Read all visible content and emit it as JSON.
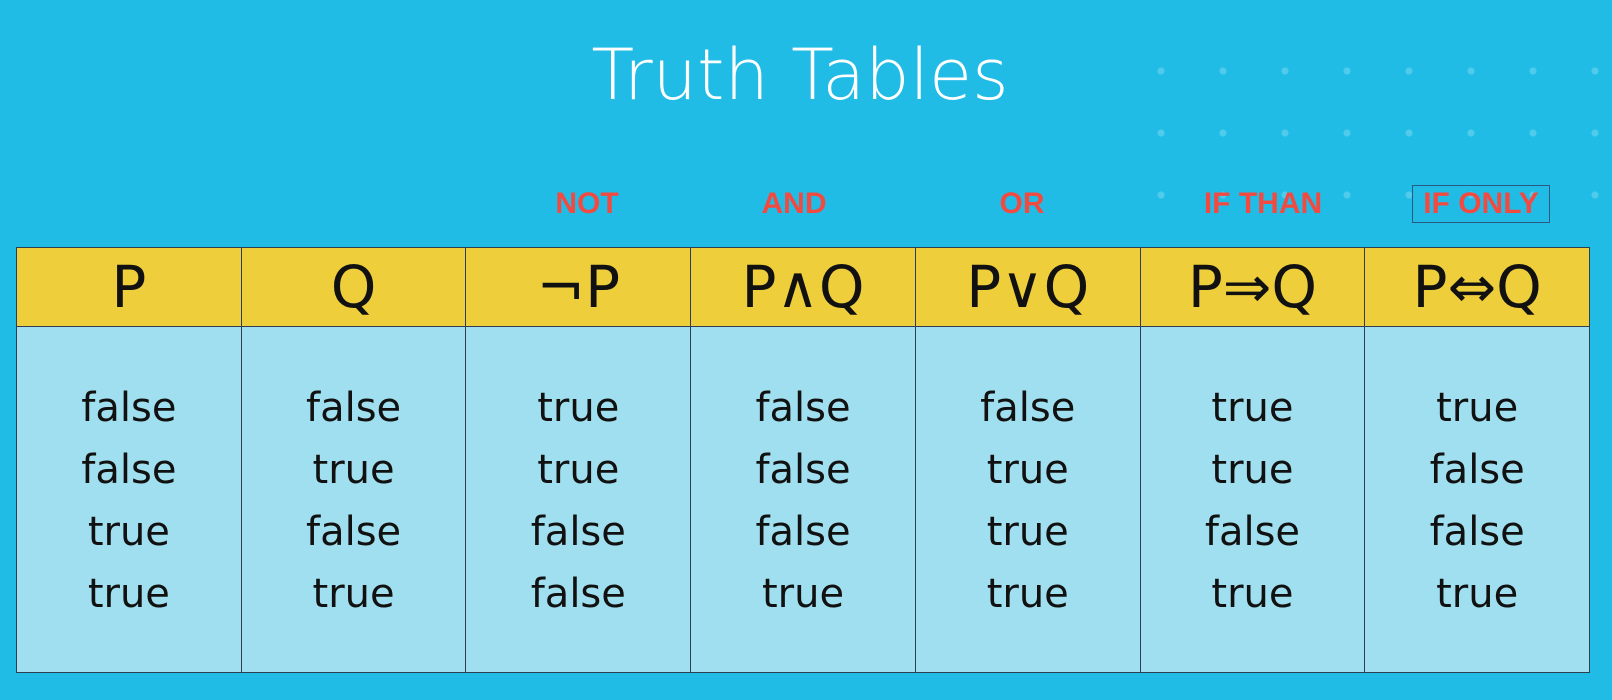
{
  "slide": {
    "title": "Truth Tables",
    "background_color": "#20bce6",
    "header_color": "#eece3a",
    "body_color": "#a0dfef",
    "label_color": "#f24a40"
  },
  "operator_labels": [
    "NOT",
    "AND",
    "OR",
    "IF THAN",
    "IF ONLY"
  ],
  "table": {
    "columns": [
      {
        "header": "P",
        "values": [
          "false",
          "false",
          "true",
          "true"
        ]
      },
      {
        "header": "Q",
        "values": [
          "false",
          "true",
          "false",
          "true"
        ]
      },
      {
        "header": "¬P",
        "values": [
          "true",
          "true",
          "false",
          "false"
        ]
      },
      {
        "header": "P∧Q",
        "values": [
          "false",
          "false",
          "false",
          "true"
        ]
      },
      {
        "header": "P∨Q",
        "values": [
          "false",
          "true",
          "true",
          "true"
        ]
      },
      {
        "header": "P⇒Q",
        "values": [
          "true",
          "true",
          "false",
          "true"
        ]
      },
      {
        "header": "P⇔Q",
        "values": [
          "true",
          "false",
          "false",
          "true"
        ]
      }
    ]
  }
}
